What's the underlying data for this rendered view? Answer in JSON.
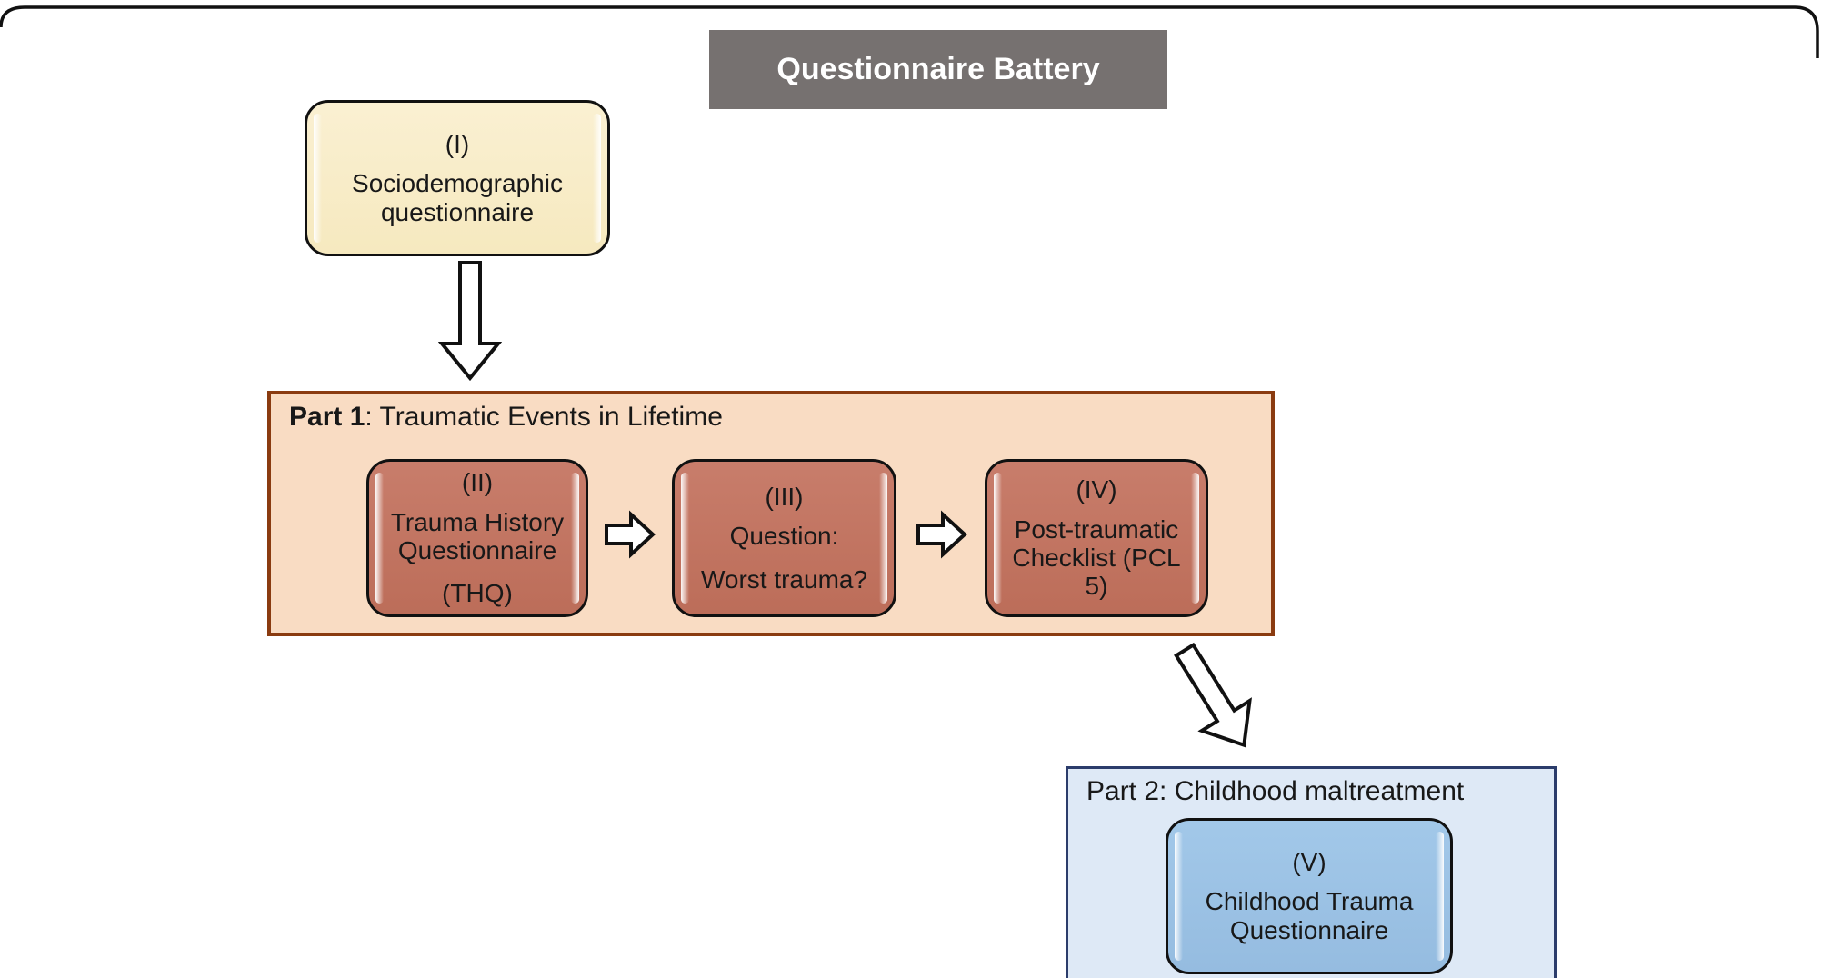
{
  "figure": {
    "title": "Questionnaire Battery",
    "colors": {
      "title_bg": "#767170",
      "title_text": "#ffffff",
      "yellow_box": "#f7ecc8",
      "part1_bg": "#f9dcc3",
      "part1_border": "#8a3b10",
      "red_box": "#c0735f",
      "part2_bg": "#dee9f6",
      "part2_border": "#2b3c6b",
      "blue_box": "#9cc3e6",
      "node_border": "#111111",
      "text": "#181818"
    },
    "box_i": {
      "numeral": "(I)",
      "text": "Sociodemographic questionnaire"
    },
    "part1": {
      "heading_bold": "Part 1",
      "heading_rest": ": Traumatic Events in Lifetime",
      "boxes": [
        {
          "numeral": "(II)",
          "line1": "Trauma History Questionnaire",
          "line2": "(THQ)"
        },
        {
          "numeral": "(III)",
          "line1": "Question:",
          "line2": "Worst trauma?"
        },
        {
          "numeral": "(IV)",
          "line1": "Post-traumatic Checklist (PCL 5)",
          "line2": ""
        }
      ]
    },
    "part2": {
      "heading": "Part 2: Childhood maltreatment",
      "box": {
        "numeral": "(V)",
        "text": "Childhood Trauma Questionnaire"
      }
    }
  }
}
